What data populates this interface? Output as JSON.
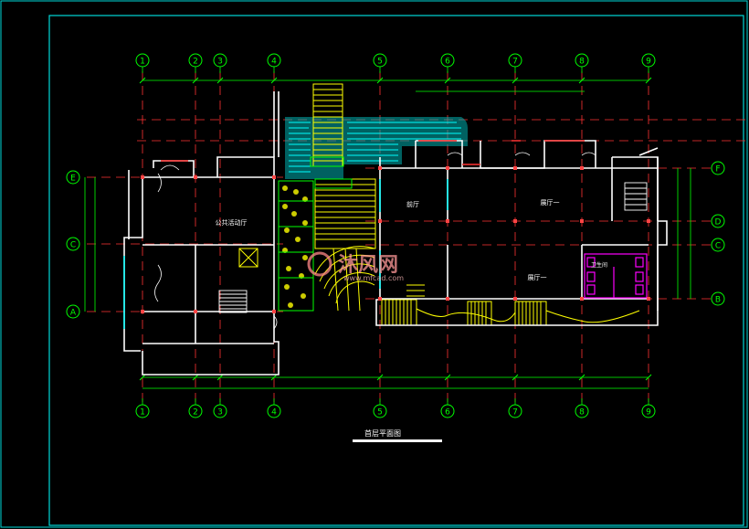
{
  "drawing": {
    "title": "首层平面图",
    "watermark_main": "沐风网",
    "watermark_sub": "www.mfcad.com"
  },
  "grid": {
    "columns": [
      "1",
      "2",
      "3",
      "4",
      "5",
      "6",
      "7",
      "8",
      "9"
    ],
    "rows": [
      "E",
      "C",
      "A",
      "F",
      "D",
      "C",
      "B"
    ]
  },
  "rooms": {
    "left_hall": "公共活动厅",
    "foyer": "前厅",
    "right_room_upper": "展厅一",
    "right_room_lower": "展厅一",
    "toilet": "卫生间"
  },
  "colors": {
    "background": "#000000",
    "frame": "#00d8d8",
    "wall": "#ffffff",
    "axis": "#ff3333",
    "grid_bubble": "#00ff00",
    "dimension": "#00ff00",
    "water": "#00e5e5",
    "stairs": "#ffff00",
    "landscape": "#00ff00",
    "fixtures": "#ff00ff"
  }
}
